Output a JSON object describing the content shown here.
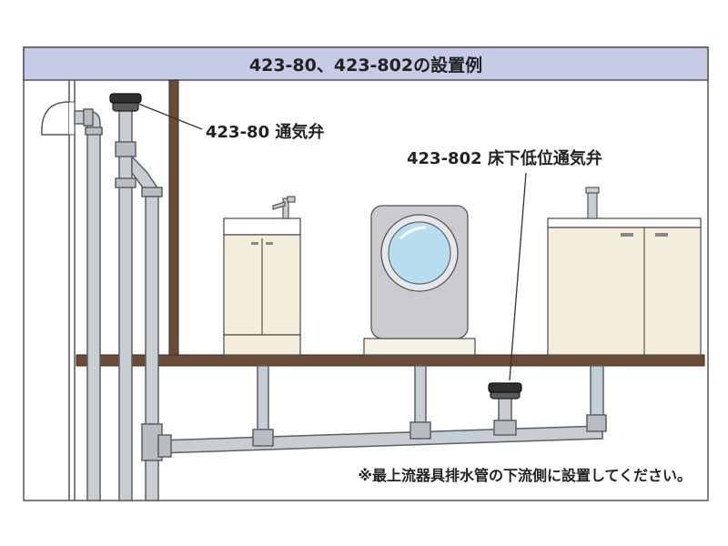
{
  "title": "423-80、423-802の設置例",
  "labels": {
    "valve_main": "423-80 通気弁",
    "valve_floor": "423-802 床下低位通気弁"
  },
  "note": "※最上流器具排水管の下流側に設置してください。",
  "colors": {
    "header_bg": "#c7cbe6",
    "frame": "#555555",
    "pipe": "#c8cdd2",
    "pipe_stroke": "#5a5f66",
    "beam": "#6b4a38",
    "cabinet": "#f3efdc",
    "valve": "#2f2f2f",
    "washer_body": "#c9cbcf",
    "washer_glass": "#b8ddf0"
  }
}
